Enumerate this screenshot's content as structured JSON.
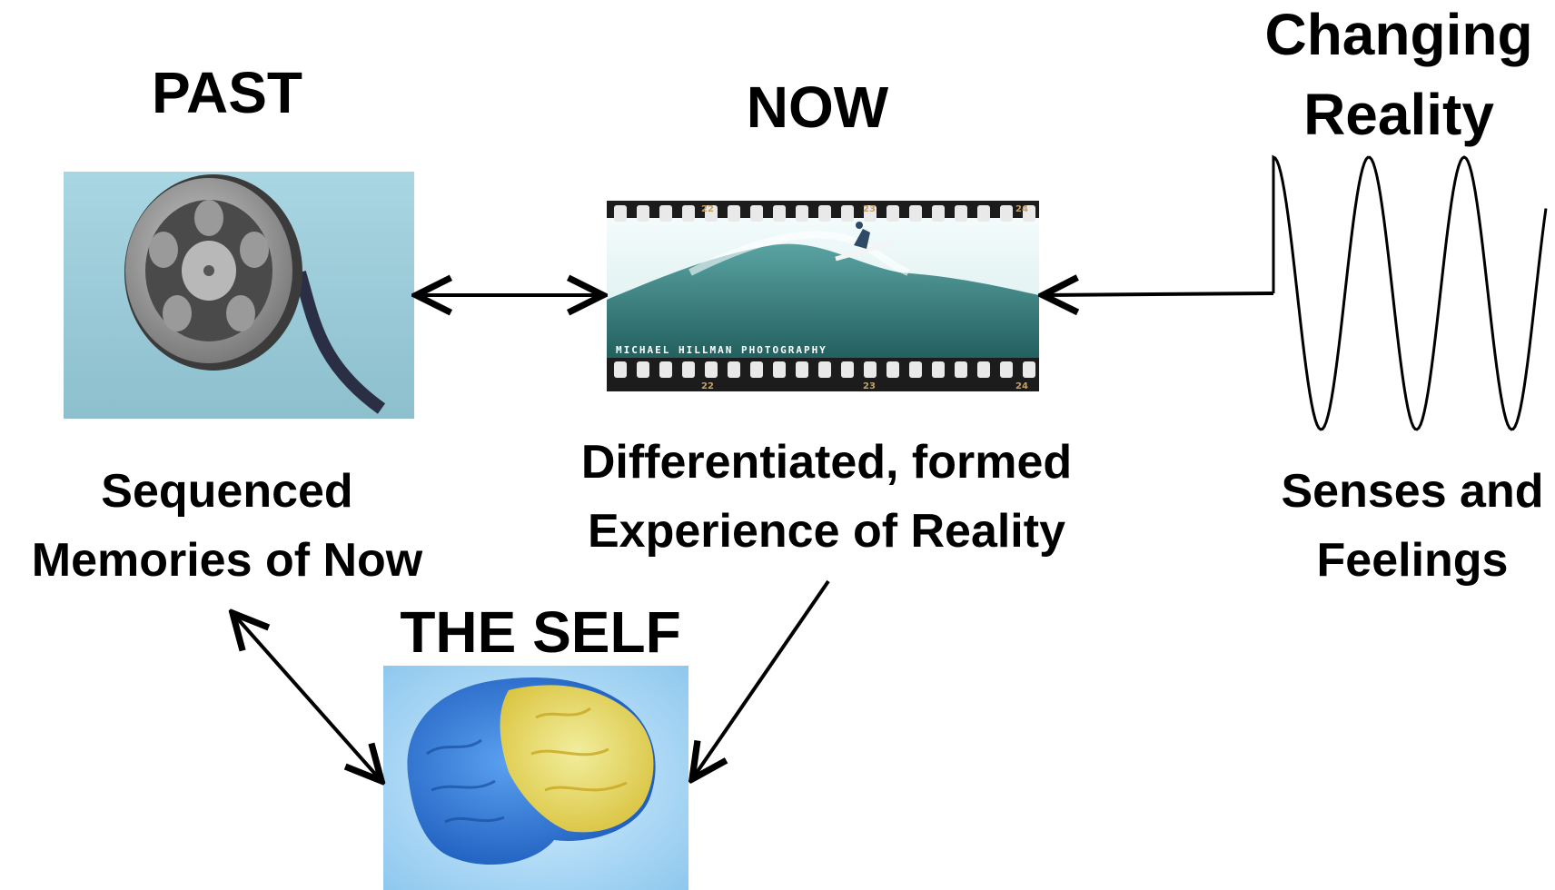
{
  "labels": {
    "past": "PAST",
    "now": "NOW",
    "changing_line1": "Changing",
    "changing_line2": "Reality",
    "memories_line1": "Sequenced",
    "memories_line2": "Memories of Now",
    "experience_line1": "Differentiated, formed",
    "experience_line2": "Experience of Reality",
    "senses_line1": "Senses and",
    "senses_line2": "Feelings",
    "self": "THE SELF"
  },
  "images": {
    "past": "film-reel",
    "now": "surfer-on-wave-filmstrip",
    "self": "brain-with-highlighted-lobe",
    "reality": "sine-wave"
  },
  "watermark": "MICHAEL HILLMAN PHOTOGRAPHY",
  "film_frame_numbers": [
    "22",
    "23",
    "24"
  ],
  "colors": {
    "text": "#000000",
    "arrow": "#000000",
    "reel_bg": "#9cc9d6",
    "wave_sea": "#3f8a8a",
    "brain_blue": "#2a6fd0",
    "brain_yellow": "#f0e24a"
  }
}
